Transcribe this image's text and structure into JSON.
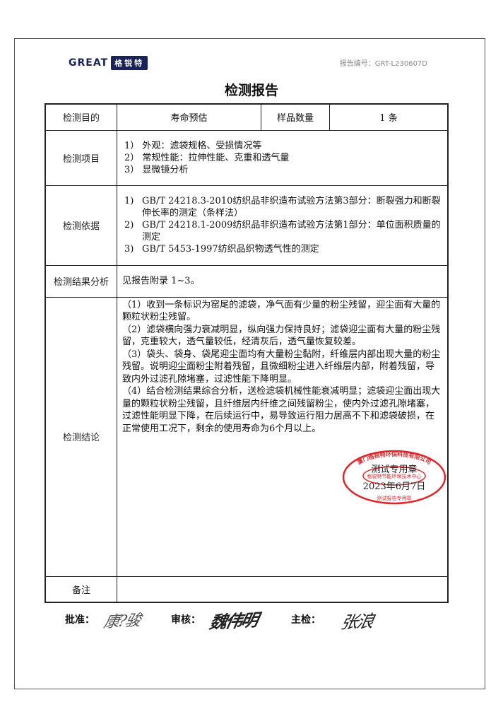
{
  "header": {
    "logo_en": "GREAT",
    "logo_cn": "格锐特",
    "report_no": "报告编号：GRT-L230607D",
    "title": "检测报告"
  },
  "rows": {
    "purpose": {
      "label": "检测目的",
      "value": "寿命预估",
      "qty_label": "样品数量",
      "qty_value": "1 条"
    },
    "items": {
      "label": "检测项目",
      "lines": [
        "1） 外观：滤袋规格、受损情况等",
        "2） 常规性能：拉伸性能、克重和透气量",
        "3） 显微镜分析"
      ]
    },
    "basis": {
      "label": "检测依据",
      "lines": [
        {
          "num": "1)",
          "text": "GB/T 24218.3-2010纺织品非织造布试验方法第3部分：断裂强力和断裂伸长率的测定（条样法）"
        },
        {
          "num": "2)",
          "text": "GB/T 24218.1-2009纺织品非织造布试验方法第1部分：单位面积质量的测定"
        },
        {
          "num": "3)",
          "text": "GB/T 5453-1997纺织品织物透气性的测定"
        }
      ]
    },
    "analysis": {
      "label": "检测结果分析",
      "value": "见报告附录 1~3。"
    },
    "conclusion": {
      "label": "检测结论",
      "paragraphs": [
        "（1）收到一条标识为窑尾的滤袋，净气面有少量的粉尘残留，迎尘面有大量的颗粒状粉尘残留。",
        "（2）滤袋横向强力衰减明显，纵向强力保持良好；滤袋迎尘面有大量的粉尘残留，克重较大，透气量较低，经清灰后，透气量恢复较差。",
        "（3）袋头、袋身、袋尾迎尘面均有大量粉尘黏附，纤维层内部出现大量的粉尘残留。说明迎尘面粉尘附着残留，且微细粉尘进入纤维层内部，附着残留，导致内外过滤孔隙堵塞，过滤性能下降明显。",
        "（4）结合检测结果综合分析，送检滤袋机械性能衰减明显；滤袋迎尘面出现大量的颗粒状粉尘残留，且纤维层内纤维之间残留粉尘，使内外过滤孔隙堵塞，过滤性能明显下降，在后续运行中，易导致运行阻力居高不下和滤袋破损，在正常使用工况下，剩余的使用寿命为6个月以上。"
      ],
      "stamp_label": "测试专用章",
      "date": "2023年6月7日",
      "stamp": {
        "outer": "厦门格锐特环保科技有限公司",
        "inner": "格锐特节能环保技术中心",
        "bottom": "测试报告专用章",
        "color": "#e0262a"
      }
    },
    "remarks": {
      "label": "备注",
      "value": ""
    }
  },
  "signoff": {
    "approve_label": "批准：",
    "review_label": "审核：",
    "inspect_label": "主检：",
    "approve_sig": "康?骏",
    "review_sig": "魏伟明",
    "inspect_sig": "张浪"
  }
}
